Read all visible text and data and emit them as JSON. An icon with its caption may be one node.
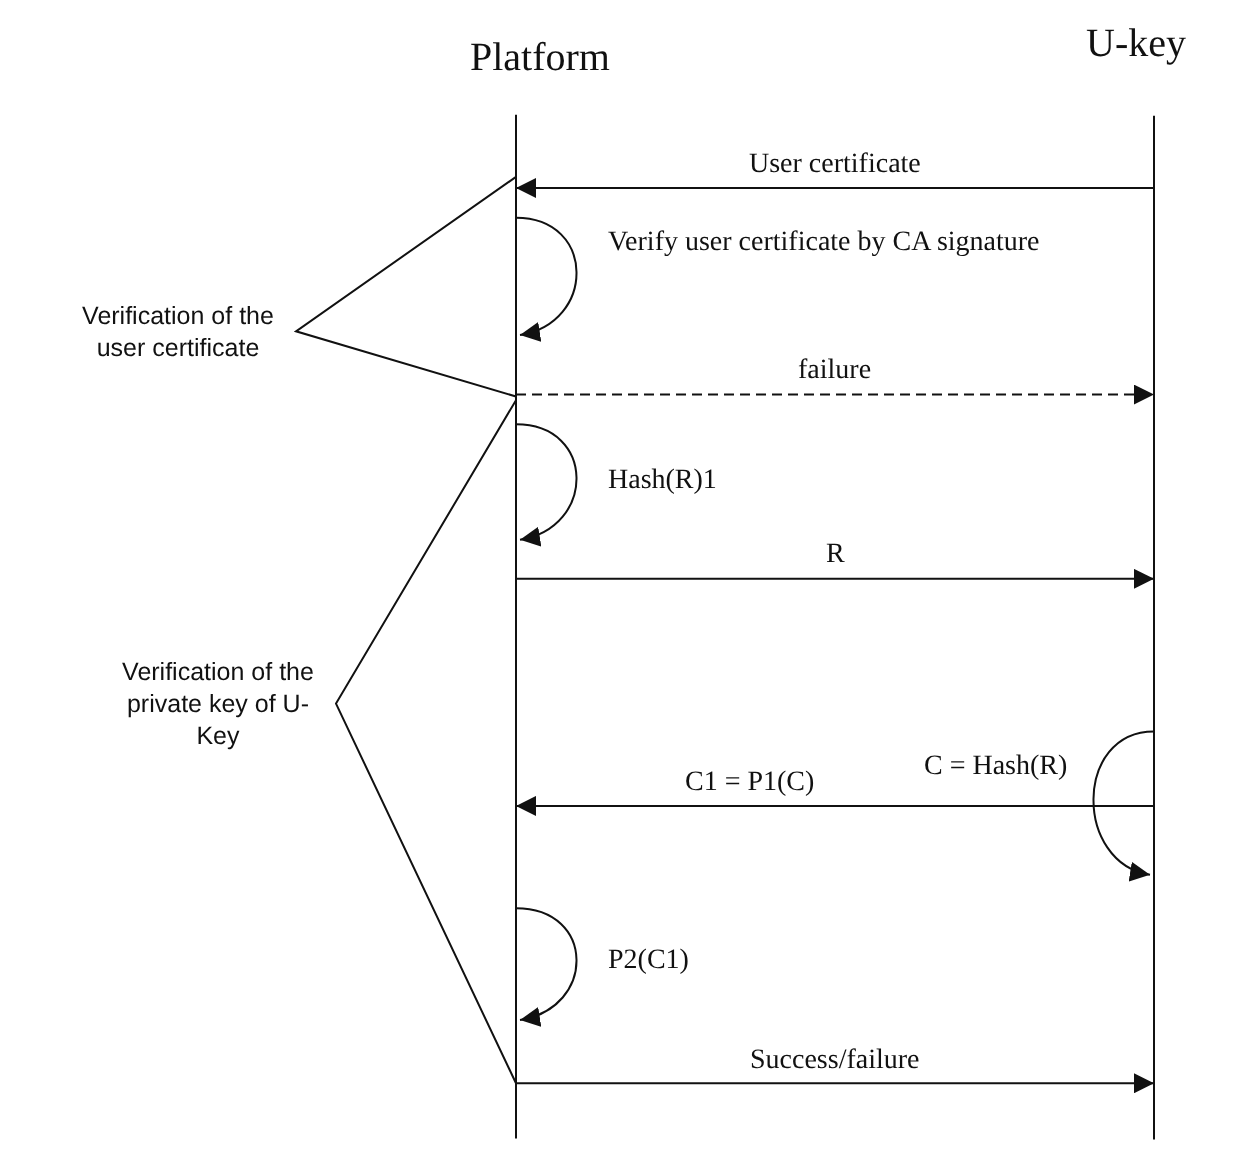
{
  "diagram": {
    "nodes": [
      {
        "text": [
          "Platform"
        ]
      },
      {
        "text": [
          "U-key"
        ]
      }
    ],
    "edges": [
      {
        "from": 1,
        "to": 0,
        "arrow": "to",
        "label": "User certificate"
      },
      {
        "from": 0,
        "to": 0,
        "arrow": "to",
        "label": "Verify user certificate by CA signature"
      },
      {
        "from": 0,
        "to": 1,
        "arrow": "to",
        "label": "failure",
        "style": "dashed"
      },
      {
        "from": 0,
        "to": 0,
        "arrow": "to",
        "label": "Hash(R)1"
      },
      {
        "from": 0,
        "to": 1,
        "arrow": "to",
        "label": "R"
      },
      {
        "from": 1,
        "to": 1,
        "arrow": "to",
        "label": "C = Hash(R)"
      },
      {
        "from": 1,
        "to": 0,
        "arrow": "to",
        "label": "C1 = P1(C)"
      },
      {
        "from": 0,
        "to": 0,
        "arrow": "to",
        "label": "P2(C1)"
      },
      {
        "from": 0,
        "to": 1,
        "arrow": "to",
        "label": "Success/failure"
      }
    ],
    "labels": [
      "Verification of the user certificate",
      "Verification of the private key of U-Key"
    ]
  }
}
